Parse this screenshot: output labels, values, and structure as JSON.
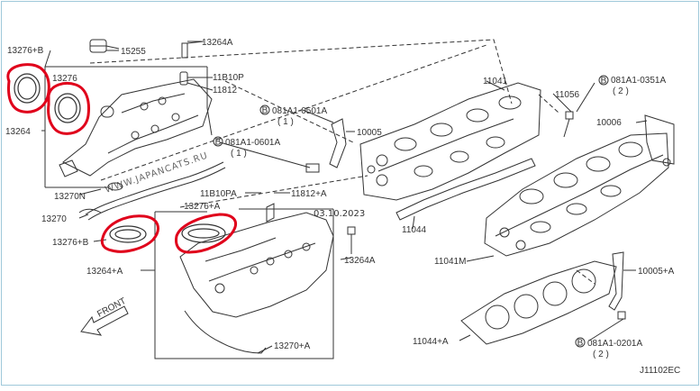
{
  "diagram_code": "J11102EC",
  "watermark": {
    "text": "WWW.JAPANCATS.RU",
    "date": "03.10.2023"
  },
  "front_label": "FRONT",
  "labels": {
    "l13276b_top": "13276+B",
    "l15255": "15255",
    "l13264a_top": "13264A",
    "l13276_top": "13276",
    "l11b10p": "11B10P",
    "l11812": "11812",
    "l13264_top": "13264",
    "l13270n": "13270N",
    "l13270": "13270",
    "l13276b_mid": "13276+B",
    "l13264a_left": "13264+A",
    "l11b10pa": "11B10PA",
    "l11812a": "11812+A",
    "l13276a": "13276+A",
    "l13264a_mid": "13264A",
    "l13270a": "13270+A",
    "l081a1_0601a": "081A1-0601A",
    "l081a1_0601a_q": "( 1 )",
    "l081a1_0501a": "081A1-0501A",
    "l081a1_0501a_q": "( 1 )",
    "l10005": "10005",
    "l11041": "11041",
    "l11044": "11044",
    "l11041m": "11041M",
    "l11056": "11056",
    "l081a1_0351a": "081A1-0351A",
    "l081a1_0351a_q": "( 2 )",
    "l10006": "10006",
    "l10005a": "10005+A",
    "l11044a": "11044+A",
    "l081a1_0201a": "081A1-0201A",
    "l081a1_0201a_q": "( 2 )"
  },
  "bolt_marker": "B",
  "colors": {
    "line": "#333333",
    "highlight": "#e0001b",
    "watermark": "#c8c8c8",
    "frame": "#9fc8da"
  }
}
